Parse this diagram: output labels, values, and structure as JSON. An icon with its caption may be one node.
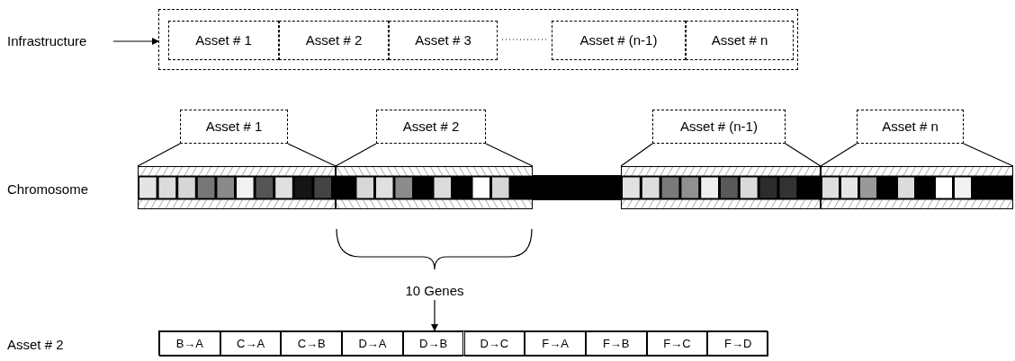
{
  "diagram": {
    "nodes": [
      {
        "text": [
          "Infrastructure"
        ]
      },
      {
        "text": [],
        "shape": "box"
      },
      {
        "text": [
          "Asset # 1"
        ],
        "in": 1
      },
      {
        "text": [
          "Asset # 2"
        ],
        "in": 1
      },
      {
        "text": [
          "Asset # 3"
        ],
        "in": 1
      },
      {
        "text": [
          "Asset # (n-1)"
        ],
        "in": 1
      },
      {
        "text": [
          "Asset # n"
        ],
        "in": 1
      },
      {
        "text": [
          "Asset # 1"
        ]
      },
      {
        "text": [
          "Asset # 2"
        ]
      },
      {
        "text": [
          "Asset # (n-1)"
        ]
      },
      {
        "text": [
          "Asset # n"
        ]
      },
      {
        "text": [],
        "shape": "bar",
        "beside": [
          "Chromosome"
        ]
      },
      {
        "text": [],
        "shape": "bar",
        "in": 11
      },
      {
        "text": [],
        "shape": "bar",
        "in": 11
      },
      {
        "text": [],
        "shape": "bar",
        "in": 11
      },
      {
        "text": [],
        "shape": "bar",
        "in": 11
      },
      {
        "text": [
          "10 Genes"
        ]
      },
      {
        "text": [],
        "shape": "box"
      },
      {
        "text": [
          "B→A"
        ],
        "in": 17
      },
      {
        "text": [
          "C→A"
        ],
        "in": 17
      },
      {
        "text": [
          "C→B"
        ],
        "in": 17
      },
      {
        "text": [
          "D→A"
        ],
        "in": 17
      },
      {
        "text": [
          "D→B"
        ],
        "in": 17
      },
      {
        "text": [
          "D→C"
        ],
        "in": 17
      },
      {
        "text": [
          "F→A"
        ],
        "in": 17
      },
      {
        "text": [
          "F→B"
        ],
        "in": 17
      },
      {
        "text": [
          "F→C"
        ],
        "in": 17
      },
      {
        "text": [
          "F→D"
        ],
        "in": 17
      }
    ],
    "edges": [
      {
        "from": 0,
        "to": 1,
        "arrow": "to"
      },
      {
        "from": 7,
        "to": 12,
        "arrow": "none"
      },
      {
        "from": 8,
        "to": 13,
        "arrow": "none"
      },
      {
        "from": 9,
        "to": 14,
        "arrow": "none"
      },
      {
        "from": 10,
        "to": 15,
        "arrow": "none"
      },
      {
        "from": 16,
        "to": 22,
        "arrow": "to"
      }
    ],
    "labels": [
      "Asset # 2"
    ]
  }
}
